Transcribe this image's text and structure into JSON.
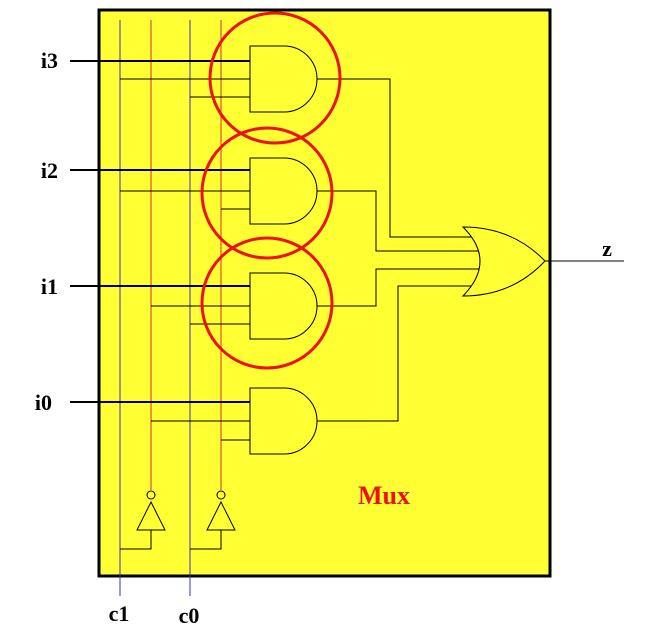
{
  "diagram": {
    "title": "Mux",
    "inputs": [
      "i3",
      "i2",
      "i1",
      "i0"
    ],
    "selects": [
      "c1",
      "c0"
    ],
    "output": "z",
    "colors": {
      "box_fill": "#ffff33",
      "box_stroke": "#000000",
      "wire": "#000000",
      "select_line": "#3333cc",
      "inverted_line": "#cc3333",
      "highlight": "#ee1111",
      "title": "#ee1111"
    },
    "gates": {
      "and_count": 4,
      "or_count": 1,
      "inverter_count": 2,
      "highlighted_and_gates": 3
    }
  }
}
